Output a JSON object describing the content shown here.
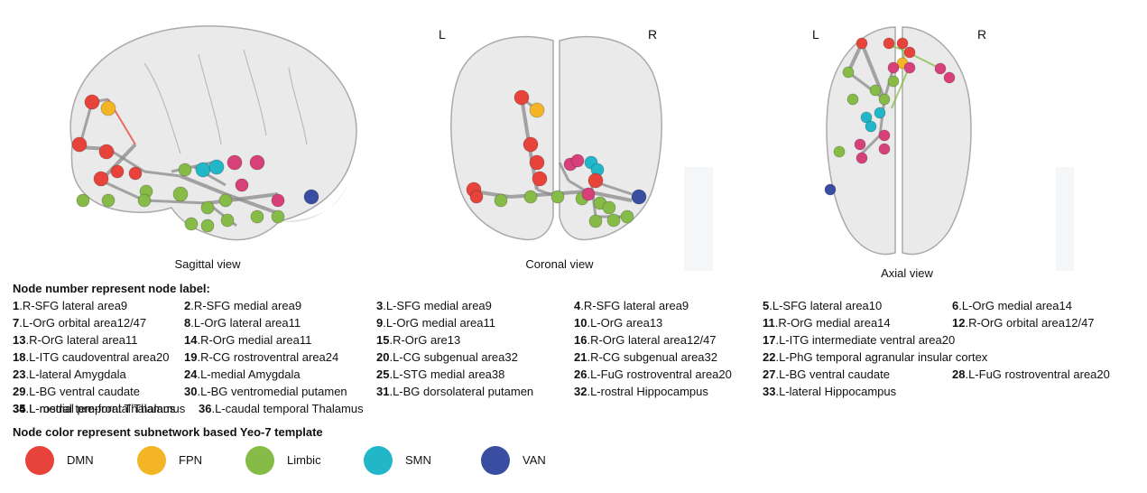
{
  "views": {
    "sagittal": {
      "caption": "Sagittal view"
    },
    "coronal": {
      "caption": "Coronal view",
      "left": "L",
      "right": "R"
    },
    "axial": {
      "caption": "Axial view",
      "left": "L",
      "right": "R"
    }
  },
  "node_labels_title": "Node number represent node label:",
  "node_labels": [
    {
      "num": "1",
      "text": ".R-SFG lateral area9"
    },
    {
      "num": "2",
      "text": ".R-SFG medial area9"
    },
    {
      "num": "3",
      "text": ".L-SFG medial area9"
    },
    {
      "num": "4",
      "text": ".R-SFG lateral area9"
    },
    {
      "num": "5",
      "text": ".L-SFG lateral area10"
    },
    {
      "num": "6",
      "text": ".L-OrG medial area14"
    },
    {
      "num": "7",
      "text": ".L-OrG orbital area12/47"
    },
    {
      "num": "8",
      "text": ".L-OrG lateral area11"
    },
    {
      "num": "9",
      "text": ".L-OrG medial area11"
    },
    {
      "num": "10",
      "text": ".L-OrG area13"
    },
    {
      "num": "11",
      "text": ".R-OrG medial area14"
    },
    {
      "num": "12",
      "text": ".R-OrG orbital area12/47"
    },
    {
      "num": "13",
      "text": ".R-OrG lateral area11"
    },
    {
      "num": "14",
      "text": ".R-OrG medial area11"
    },
    {
      "num": "15",
      "text": ".R-OrG are13"
    },
    {
      "num": "16",
      "text": ".R-OrG lateral area12/47"
    },
    {
      "num": "17",
      "text": ".L-ITG intermediate ventral area20"
    },
    {
      "num": "18",
      "text": ".L-ITG caudoventral area20"
    },
    {
      "num": "19",
      "text": ".R-CG rostroventral area24"
    },
    {
      "num": "20",
      "text": ".L-CG subgenual area32"
    },
    {
      "num": "21",
      "text": ".R-CG subgenual area32"
    },
    {
      "num": "22",
      "text": ".L-PhG temporal agranular insular cortex"
    },
    {
      "num": "23",
      "text": ".L-lateral Amygdala"
    },
    {
      "num": "24",
      "text": ".L-medial Amygdala"
    },
    {
      "num": "25",
      "text": ".L-STG medial area38"
    },
    {
      "num": "26",
      "text": ".L-FuG rostroventral area20"
    },
    {
      "num": "27",
      "text": ".L-BG ventral caudate"
    },
    {
      "num": "28",
      "text": ".L-FuG rostroventral area20"
    },
    {
      "num": "29",
      "text": ".L-BG ventral caudate"
    },
    {
      "num": "30",
      "text": ".L-BG ventromedial putamen"
    },
    {
      "num": "31",
      "text": ".L-BG dorsolateral putamen"
    },
    {
      "num": "32",
      "text": ".L-rostral Hippocampus"
    },
    {
      "num": "33",
      "text": ".L-lateral Hippocampus"
    },
    {
      "num": "34",
      "text": ".L-rostral temporal Thalamus"
    },
    {
      "num": "35",
      "text": ".L-medial pre-frontal Thalamus"
    },
    {
      "num": "36",
      "text": ".L-caudal temporal Thalamus"
    }
  ],
  "subnetwork_title": "Node color represent subnetwork based Yeo-7 template",
  "subnetworks": [
    {
      "name": "DMN",
      "color": "#e8433a"
    },
    {
      "name": "FPN",
      "color": "#f3b526"
    },
    {
      "name": "Limbic",
      "color": "#86bb47"
    },
    {
      "name": "SMN",
      "color": "#21b7c9"
    },
    {
      "name": "VAN",
      "color": "#3a4ea1"
    }
  ],
  "node_colors": {
    "dmn": "#e8433a",
    "fpn": "#f3b526",
    "limbic": "#86bb47",
    "smn": "#21b7c9",
    "van": "#3a4ea1",
    "pink": "#d8407a"
  }
}
